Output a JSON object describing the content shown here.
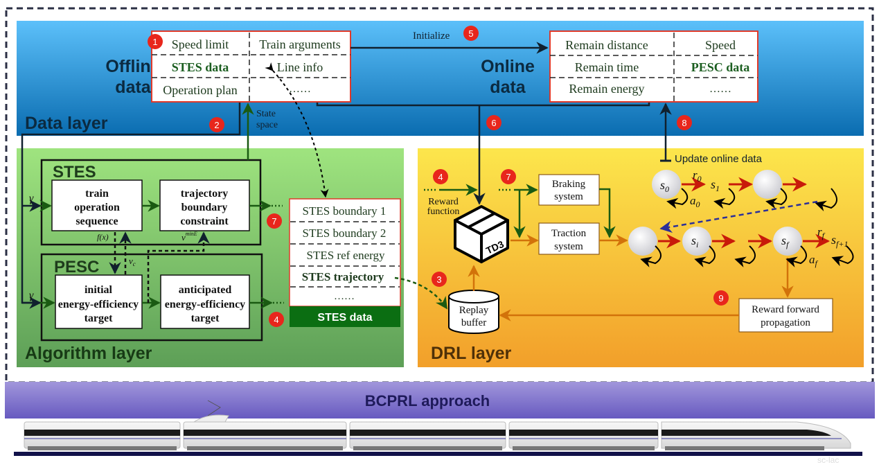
{
  "data_layer": {
    "title": "Data layer",
    "offline_label_1": "Offline",
    "offline_label_2": "data",
    "online_label_1": "Online",
    "online_label_2": "data",
    "offline_table": {
      "cells": [
        [
          "Speed limit",
          "Train arguments"
        ],
        [
          "STES data",
          "Line info"
        ],
        [
          "Operation plan",
          "……"
        ]
      ]
    },
    "online_table": {
      "cells": [
        [
          "Remain distance",
          "Speed"
        ],
        [
          "Remain time",
          "PESC data"
        ],
        [
          "Remain energy",
          "……"
        ]
      ]
    },
    "initialize_label": "Initialize",
    "state_space_label_1": "State",
    "state_space_label_2": "space"
  },
  "algorithm_layer": {
    "title": "Algorithm layer",
    "stes_group": "STES",
    "pesc_group": "PESC",
    "gamma": "γ",
    "boxes": {
      "train_op_seq": [
        "train",
        "operation",
        "sequence"
      ],
      "traj_boundary": [
        "trajectory",
        "boundary",
        "constraint"
      ],
      "initial_ee": [
        "initial",
        "energy-efficiency",
        "target"
      ],
      "anticipated_ee": [
        "anticipated",
        "energy-efficiency",
        "target"
      ]
    },
    "fx_label": "f(x)",
    "vc_label": "v",
    "vc_sub": "c",
    "vc_min_label": "v",
    "vc_min_sup": "minE",
    "vc_min_sub": "c",
    "stes_data_list": [
      "STES boundary 1",
      "STES boundary 2",
      "STES ref energy",
      "STES trajectory",
      "……"
    ],
    "stes_data_footer": "STES data"
  },
  "drl_layer": {
    "title": "DRL layer",
    "reward_function_1": "Reward",
    "reward_function_2": "function",
    "td3_label": "TD3",
    "braking_system": [
      "Braking",
      "system"
    ],
    "traction_system": [
      "Traction",
      "system"
    ],
    "replay_buffer": [
      "Replay",
      "buffer"
    ],
    "reward_forward": [
      "Reward forward",
      "propagation"
    ],
    "update_online": "Update online data",
    "states": {
      "s0": "s",
      "s0_sub": "0",
      "s1": "s",
      "s1_sub": "1",
      "si": "s",
      "si_sub": "i",
      "sf": "s",
      "sf_sub": "f",
      "sf1": "s",
      "sf1_sub": "f+1"
    },
    "rewards": {
      "r0": "r",
      "r0_sub": "0",
      "rf": "r",
      "rf_sub": "f"
    },
    "actions": {
      "a0": "a",
      "a0_sub": "0",
      "af": "a",
      "af_sub": "f"
    }
  },
  "steps": [
    "1",
    "2",
    "3",
    "4",
    "4",
    "5",
    "6",
    "7",
    "7",
    "8",
    "9"
  ],
  "footer": {
    "approach_label": "BCPRL approach",
    "watermark": "sc-lac"
  },
  "colors": {
    "data_layer_top": "#5bbcf7",
    "data_layer_bottom": "#0d6fb3",
    "algo_layer_top": "#9de37e",
    "algo_layer_bottom": "#5fa85a",
    "drl_layer_top": "#fbe34a",
    "drl_layer_bottom": "#f3a32b",
    "approach_top": "#9a8fd6",
    "approach_bottom": "#6b5fc0",
    "step_badge": "#e8261c",
    "dark_green": "#1b5e20",
    "arrow_green": "#1a5a12",
    "arrow_orange": "#d2720a",
    "arrow_red": "#c81a0a",
    "arrow_blue": "#2b2f9a",
    "table_border_red": "#e03a2a"
  }
}
